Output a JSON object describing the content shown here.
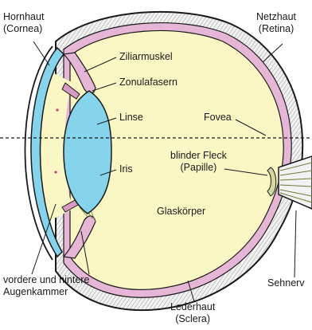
{
  "colors": {
    "vitreous": "#fbf7c4",
    "lens": "#86d3ec",
    "cornea": "#86d3ec",
    "choroid": "#e6b6d6",
    "sclera": "#f4f4f4",
    "outline": "#1a1a1a",
    "background": "#ffffff"
  },
  "labels": {
    "hornhaut": {
      "line1": "Hornhaut",
      "line2": "(Cornea)"
    },
    "netzhaut": {
      "line1": "Netzhaut",
      "line2": "(Retina)"
    },
    "ziliarmuskel": "Ziliarmuskel",
    "zonulafasern": "Zonulafasern",
    "linse": "Linse",
    "fovea": "Fovea",
    "blinder_fleck": {
      "line1": "blinder Fleck",
      "line2": "(Papille)"
    },
    "iris": "Iris",
    "glaskoerper": "Glaskörper",
    "augenkammer": {
      "line1": "vordere und hintere",
      "line2": "Augenkammer"
    },
    "lederhaut": {
      "line1": "Lederhaut",
      "line2": "(Sclera)"
    },
    "sehnerv": "Sehnerv"
  }
}
